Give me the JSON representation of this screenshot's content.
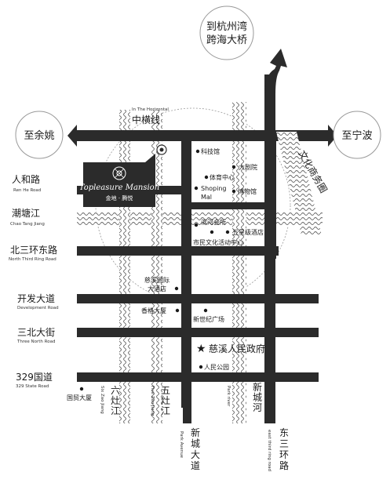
{
  "destinations": {
    "north": "到杭州湾\n跨海大桥",
    "west": "至余姚",
    "east": "至宁波"
  },
  "roads": {
    "zhonghengxian_en": "In The Horizontal",
    "zhonghengxian": "中横线",
    "renhe": "人和路",
    "renhe_en": "Ren He Road",
    "chaotang": "潮塘江",
    "chaotang_en": "Chao Tang Jiang",
    "north3": "北三环东路",
    "north3_en": "North Third Ring Road",
    "kaifa": "开发大道",
    "kaifa_en": "Development Road",
    "sanbei": "三北大街",
    "sanbei_en": "Three North Road",
    "r329": "329国道",
    "r329_en": "329 State Road",
    "liuzao": "六灶江",
    "liuzao_en": "Six Zao Jiang",
    "wuzao": "五灶江",
    "wuzao_en": "Five Zao Jiang",
    "xincheng_ave": "新城大道",
    "xincheng_ave_en": "Park Avenue",
    "xincheng_river": "新城河",
    "xincheng_river_en": "Park river",
    "dongsan": "东三环路",
    "dongsan_en": "east third ring road",
    "wenhua": "文化商务圈"
  },
  "project": {
    "name_en": "Topleasure Mansion",
    "name_cn": "金地 · 腾悦"
  },
  "pois": {
    "keji": "科技馆",
    "dajuyuan": "大剧院",
    "tiyu": "体育中心",
    "shoping": "Shoping",
    "mal": "Mal",
    "bowu": "博物馆",
    "binhe": "滨河会所",
    "wuxing": "五星级酒店",
    "shimin": "市民文化活动中心",
    "cixi_hotel_1": "慈溪国际",
    "cixi_hotel_2": "大酒店",
    "xiangge": "香格大厦",
    "xinshiji": "新世纪广场",
    "gov": "慈溪人民政府",
    "park": "人民公园",
    "guomao": "国贸大厦"
  }
}
